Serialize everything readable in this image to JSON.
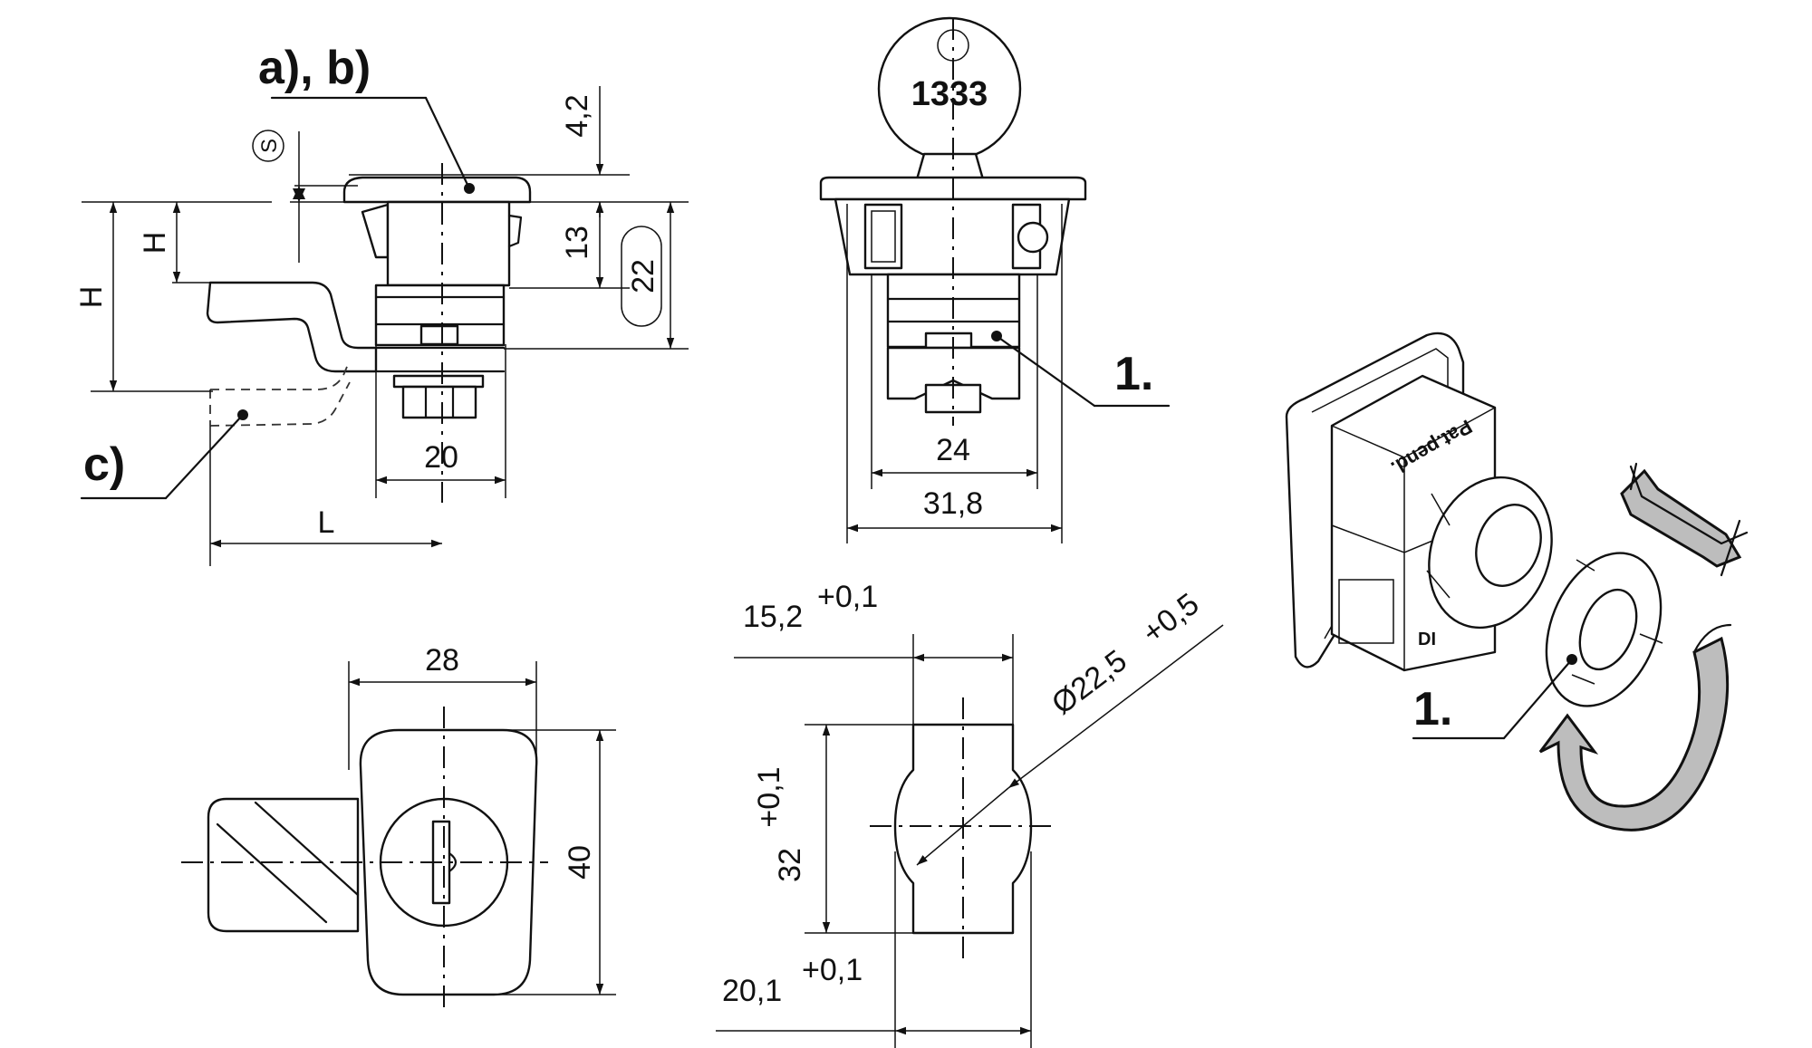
{
  "callouts": {
    "ab": "a), b)",
    "c": "c)",
    "one_front": "1.",
    "one_iso": "1."
  },
  "side_view": {
    "dim_s": "S",
    "dim_h_small": "H",
    "dim_h_large": "H",
    "dim_4_2": "4,2",
    "dim_13": "13",
    "dim_22": "22",
    "dim_20": "20",
    "dim_L": "L"
  },
  "front_view": {
    "key_number": "1333",
    "dim_24": "24",
    "dim_31_8": "31,8"
  },
  "bottom_view": {
    "dim_28": "28",
    "dim_40": "40"
  },
  "cutout": {
    "dim_15_2": "15,2",
    "tol_15_2": "+0,1",
    "dim_dia": "Ø22,5",
    "tol_dia": "+0,5",
    "dim_32": "32",
    "tol_32": "+0,1",
    "dim_20_1": "20,1",
    "tol_20_1": "+0,1"
  },
  "iso_view": {
    "label_pat": "Pat.pend.",
    "label_din": "DI"
  },
  "colors": {
    "line": "#111111",
    "arrow_fill": "#bdbdbd",
    "background": "#ffffff"
  }
}
